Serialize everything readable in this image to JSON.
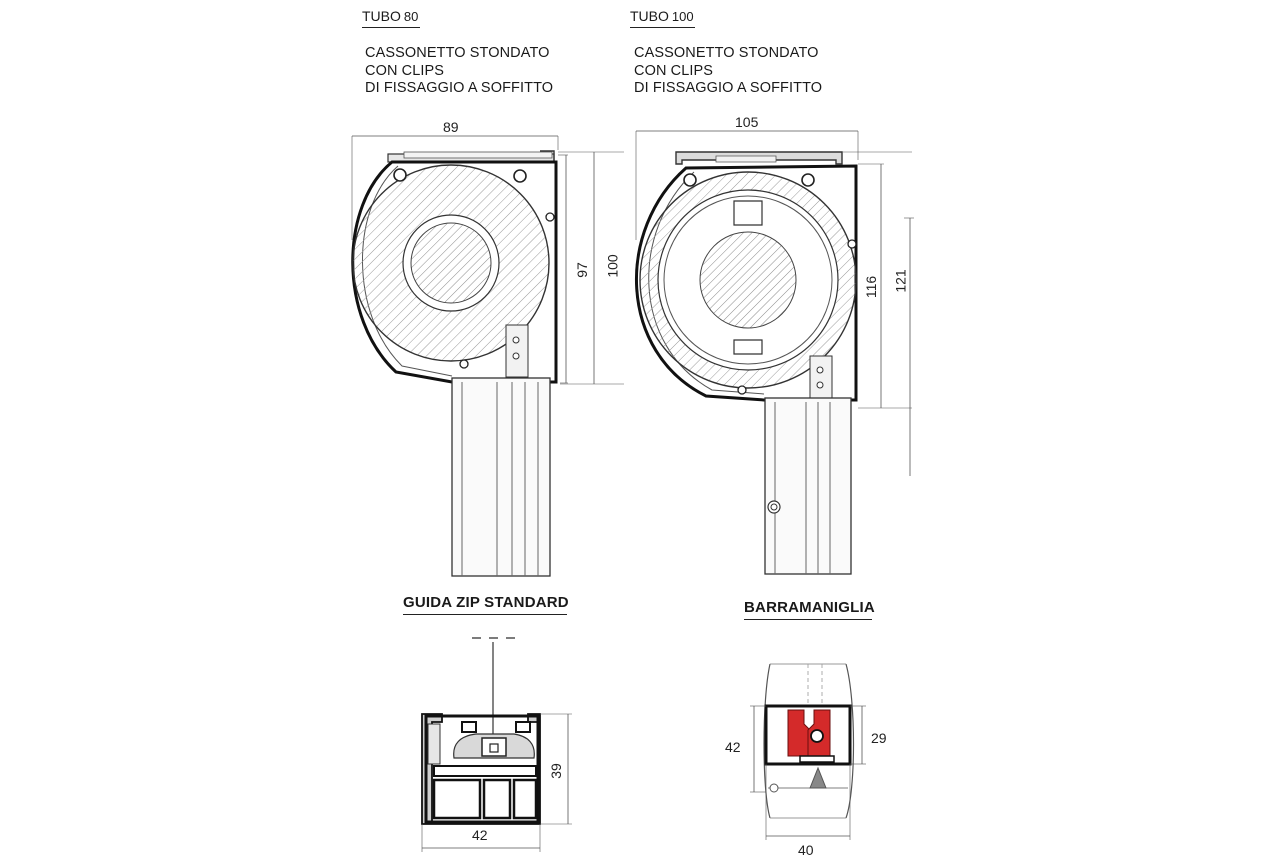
{
  "tubo80": {
    "title": "TUBO",
    "size": "80",
    "description": [
      "CASSONETTO STONDATO",
      "CON CLIPS",
      "DI FISSAGGIO A SOFFITTO"
    ],
    "dims": {
      "width": "89",
      "height_inner": "97",
      "height_outer": "100"
    }
  },
  "tubo100": {
    "title": "TUBO",
    "size": "100",
    "description": [
      "CASSONETTO STONDATO",
      "CON CLIPS",
      "DI FISSAGGIO A SOFFITTO"
    ],
    "dims": {
      "width": "105",
      "height_inner": "116",
      "height_outer": "121"
    }
  },
  "guida": {
    "title": "GUIDA ZIP STANDARD",
    "dims": {
      "width": "42",
      "height": "39"
    }
  },
  "barra": {
    "title": "BARRAMANIGLIA",
    "dims": {
      "height_outer": "42",
      "height_inner": "29",
      "width": "40"
    },
    "accent": "#d42a2a"
  }
}
